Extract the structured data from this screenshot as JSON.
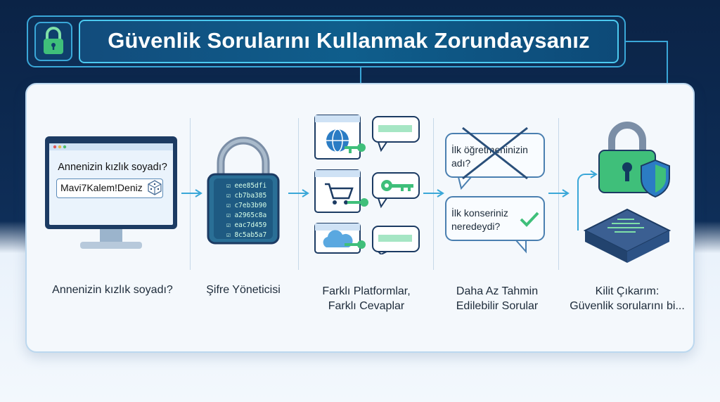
{
  "title": "Güvenlik Sorularını Kullanmak Zorundaysanız",
  "step1": {
    "question": "Annenizin kızlık soyadı?",
    "answer": "Mavi7Kalem!Deniz",
    "label": "Annenizin kızlık soyadı?"
  },
  "step2": {
    "hashes": [
      "eee85dfi",
      "cb7ba385",
      "c7eb3b90",
      "a2965c8a",
      "eac7d459",
      "8c5ab5a7"
    ],
    "label": "Şifre Yöneticisi"
  },
  "step3": {
    "label_line1": "Farklı Platformlar,",
    "label_line2": "Farklı Cevaplar"
  },
  "step4": {
    "bubble1_line1": "İlk öğretmeninizin",
    "bubble1_line2": "adı?",
    "bubble2_line1": "İlk konseriniz",
    "bubble2_line2": "neredeydi?",
    "label_line1": "Daha Az Tahmin",
    "label_line2": "Edilebilir Sorular"
  },
  "step5": {
    "label_line1": "Kilit Çıkarım:",
    "label_line2": "Güvenlik sorularını bi..."
  },
  "colors": {
    "accent": "#3aa7d8",
    "lock_green": "#3fbf7a",
    "navy": "#0b2346"
  }
}
